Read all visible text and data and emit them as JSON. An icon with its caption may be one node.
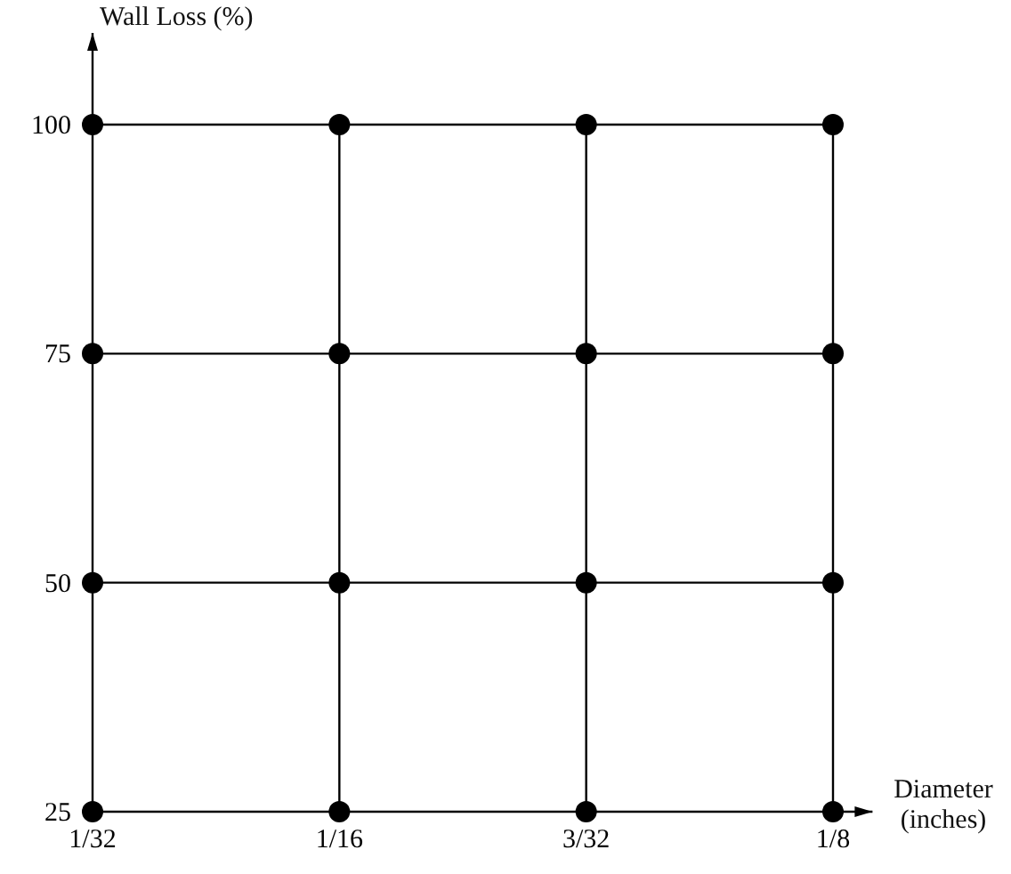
{
  "diagram": {
    "chart_data": {
      "type": "scatter",
      "xlabel": "Diameter (inches)",
      "ylabel": "Wall Loss (%)",
      "x": [
        0.03125,
        0.0625,
        0.09375,
        0.125,
        0.03125,
        0.0625,
        0.09375,
        0.125,
        0.03125,
        0.0625,
        0.09375,
        0.125,
        0.03125,
        0.0625,
        0.09375,
        0.125
      ],
      "series": [
        {
          "color": "#000000",
          "values": [
            100,
            100,
            100,
            100,
            75,
            75,
            75,
            75,
            50,
            50,
            50,
            50,
            25,
            25,
            25,
            25
          ]
        }
      ],
      "xticks": [
        {
          "value": 0.03125,
          "label": "1/32"
        },
        {
          "value": 0.0625,
          "label": "1/16"
        },
        {
          "value": 0.09375,
          "label": "3/32"
        },
        {
          "value": 0.125,
          "label": "1/8"
        }
      ],
      "yticks": [
        25,
        50,
        75,
        100
      ],
      "xlim": [
        0.03125,
        0.13
      ],
      "ylim": [
        25,
        110
      ],
      "grid": true
    }
  }
}
